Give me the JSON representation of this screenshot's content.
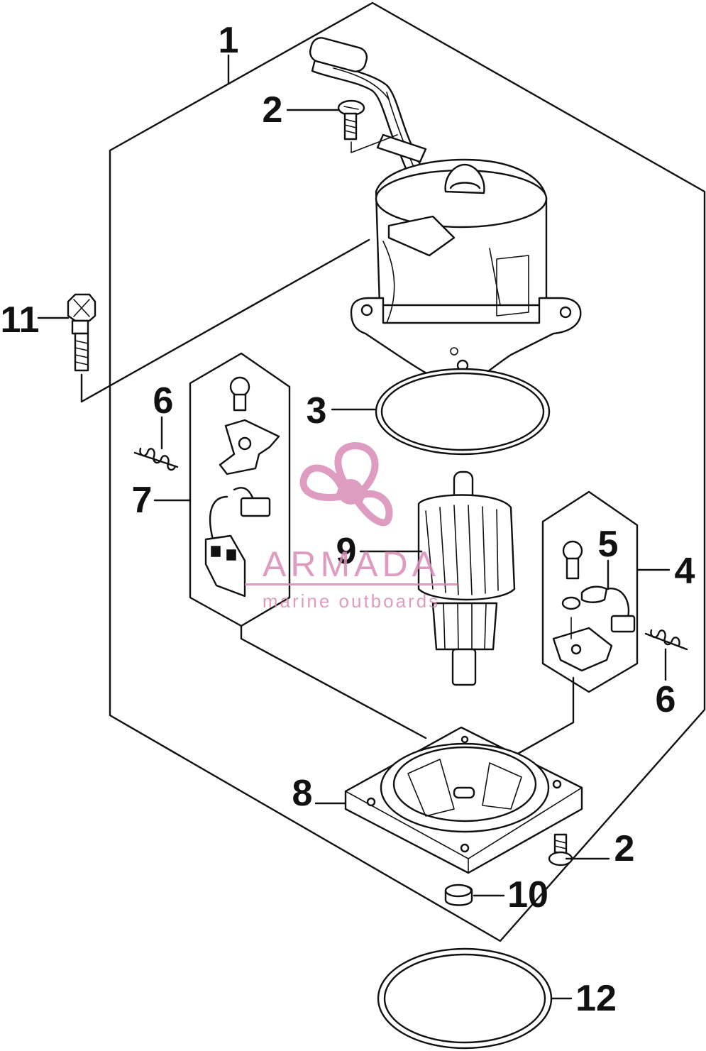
{
  "callouts": [
    {
      "id": "1",
      "label": "1"
    },
    {
      "id": "2a",
      "label": "2"
    },
    {
      "id": "3",
      "label": "3"
    },
    {
      "id": "11",
      "label": "11"
    },
    {
      "id": "6a",
      "label": "6"
    },
    {
      "id": "7",
      "label": "7"
    },
    {
      "id": "9",
      "label": "9"
    },
    {
      "id": "5",
      "label": "5"
    },
    {
      "id": "4",
      "label": "4"
    },
    {
      "id": "6b",
      "label": "6"
    },
    {
      "id": "8",
      "label": "8"
    },
    {
      "id": "2b",
      "label": "2"
    },
    {
      "id": "10",
      "label": "10"
    },
    {
      "id": "12",
      "label": "12"
    }
  ],
  "watermark": {
    "brand": "ARMADA",
    "tagline": "marine outboards",
    "color": "#d98bb7"
  }
}
